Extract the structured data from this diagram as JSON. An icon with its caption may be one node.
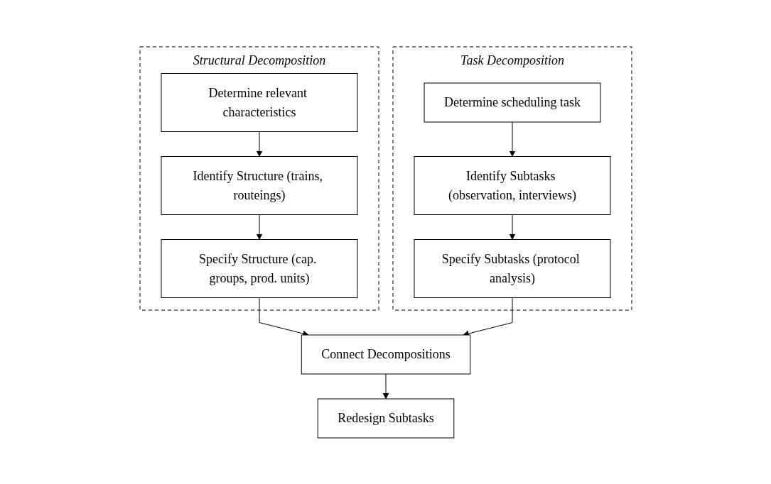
{
  "diagram": {
    "nodes": [
      {
        "text": [
          "Structural Decomposition"
        ]
      },
      {
        "text": [
          "Determine relevant characteristics"
        ],
        "in": 0
      },
      {
        "text": [
          "Identify Structure (trains, routeings)"
        ],
        "in": 0
      },
      {
        "text": [
          "Specify Structure (cap. groups, prod. units)"
        ],
        "in": 0
      },
      {
        "text": [
          "Task Decomposition"
        ]
      },
      {
        "text": [
          "Determine scheduling task"
        ],
        "in": 4
      },
      {
        "text": [
          "Identify Subtasks (observation, interviews)"
        ],
        "in": 4
      },
      {
        "text": [
          "Specify Subtasks (protocol analysis)"
        ],
        "in": 4
      },
      {
        "text": [
          "Connect Decompositions"
        ]
      },
      {
        "text": [
          "Redesign Subtasks"
        ]
      }
    ],
    "edges": [
      {
        "from": 1,
        "to": 2,
        "arrow": "to"
      },
      {
        "from": 2,
        "to": 3,
        "arrow": "to"
      },
      {
        "from": 5,
        "to": 6,
        "arrow": "to"
      },
      {
        "from": 6,
        "to": 7,
        "arrow": "to"
      },
      {
        "from": 3,
        "to": 8,
        "arrow": "to"
      },
      {
        "from": 7,
        "to": 8,
        "arrow": "to"
      },
      {
        "from": 8,
        "to": 9,
        "arrow": "to"
      }
    ]
  }
}
